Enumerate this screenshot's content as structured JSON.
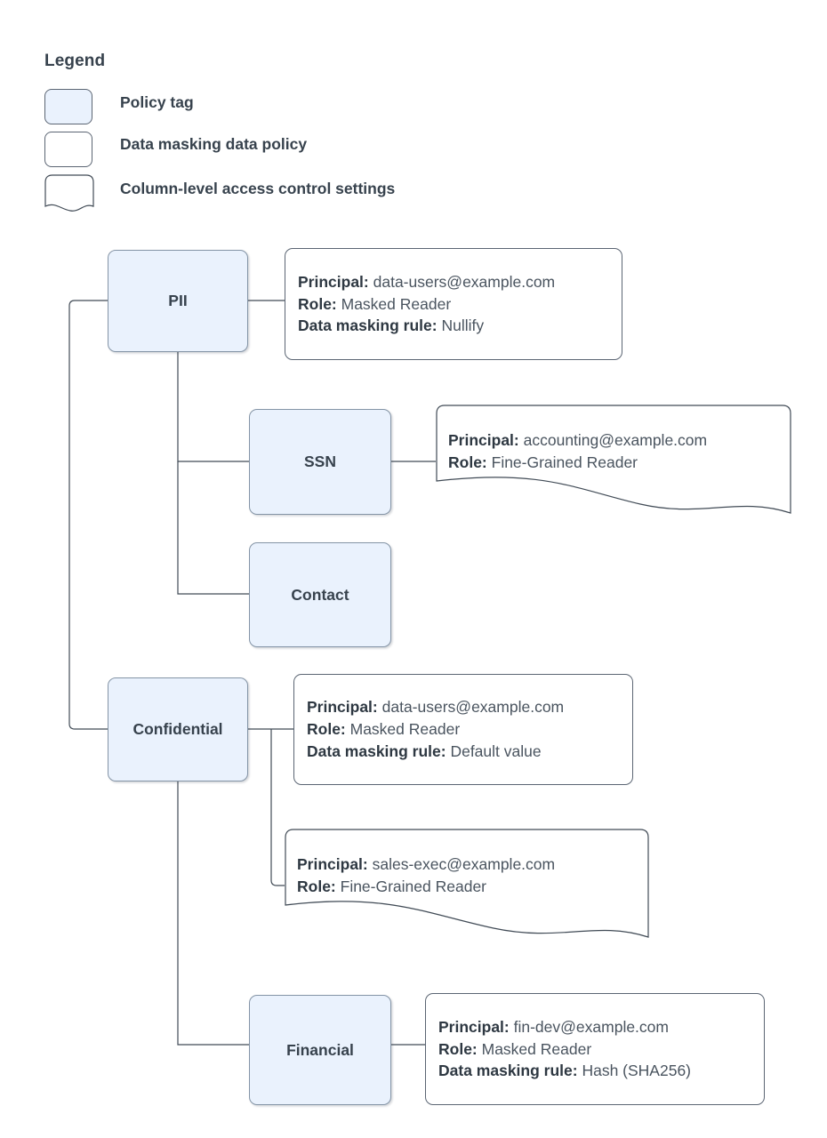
{
  "legend": {
    "title": "Legend",
    "items": [
      {
        "label": "Policy tag",
        "swatch": "filled-rounded-rect-swatch"
      },
      {
        "label": "Data masking data policy",
        "swatch": "outline-rounded-rect-swatch"
      },
      {
        "label": "Column-level access control settings",
        "swatch": "wavy-bottom-rect-swatch"
      }
    ]
  },
  "nodes": {
    "pii": {
      "label": "PII"
    },
    "ssn": {
      "label": "SSN"
    },
    "contact": {
      "label": "Contact"
    },
    "confidential": {
      "label": "Confidential"
    },
    "financial": {
      "label": "Financial"
    }
  },
  "labels": {
    "principal": "Principal:",
    "role": "Role:",
    "masking_rule": "Data masking rule:"
  },
  "details": {
    "pii_policy": {
      "principal": "data-users@example.com",
      "role": "Masked Reader",
      "masking_rule": "Nullify"
    },
    "ssn_access": {
      "principal": "accounting@example.com",
      "role": "Fine-Grained Reader"
    },
    "confidential_policy": {
      "principal": "data-users@example.com",
      "role": "Masked Reader",
      "masking_rule": "Default value"
    },
    "confidential_access": {
      "principal": "sales-exec@example.com",
      "role": "Fine-Grained Reader"
    },
    "financial_policy": {
      "principal": "fin-dev@example.com",
      "role": "Masked Reader",
      "masking_rule": "Hash (SHA256)"
    }
  },
  "colors": {
    "policy_tag_fill": "#eaf2fd",
    "policy_tag_border": "#8494a6",
    "detail_border": "#5b6573",
    "text": "#37424d",
    "connector": "#414b56",
    "background": "#ffffff"
  }
}
